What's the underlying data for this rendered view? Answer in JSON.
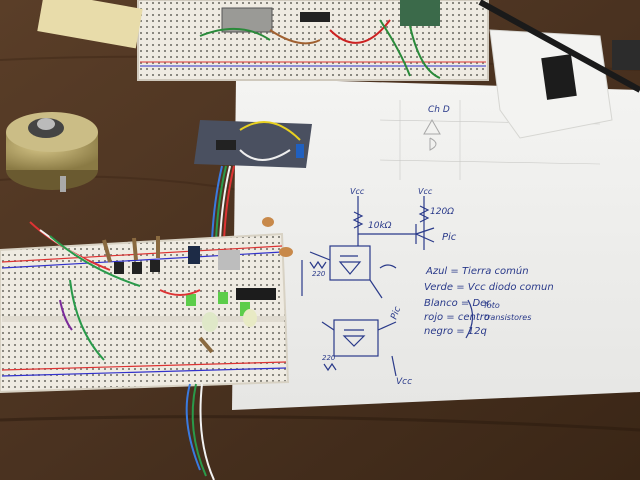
{
  "photo": {
    "handwritten_notes": {
      "r1": "10kΩ",
      "r2": "120Ω",
      "pic1": "Pic",
      "vcc1": "Vcc",
      "vcc2": "Vcc",
      "vcc3": "Vcc",
      "pic2": "Pic",
      "r3": "220",
      "r4": "220",
      "legend": [
        "Azul = Tierra común",
        "Verde = Vcc diodo comun",
        "Blanco = Der.",
        "rojo = centro",
        "negro = 12q"
      ],
      "brace_note_1": "foto",
      "brace_note_2": "transistores",
      "faint_note": "Ch D"
    }
  }
}
